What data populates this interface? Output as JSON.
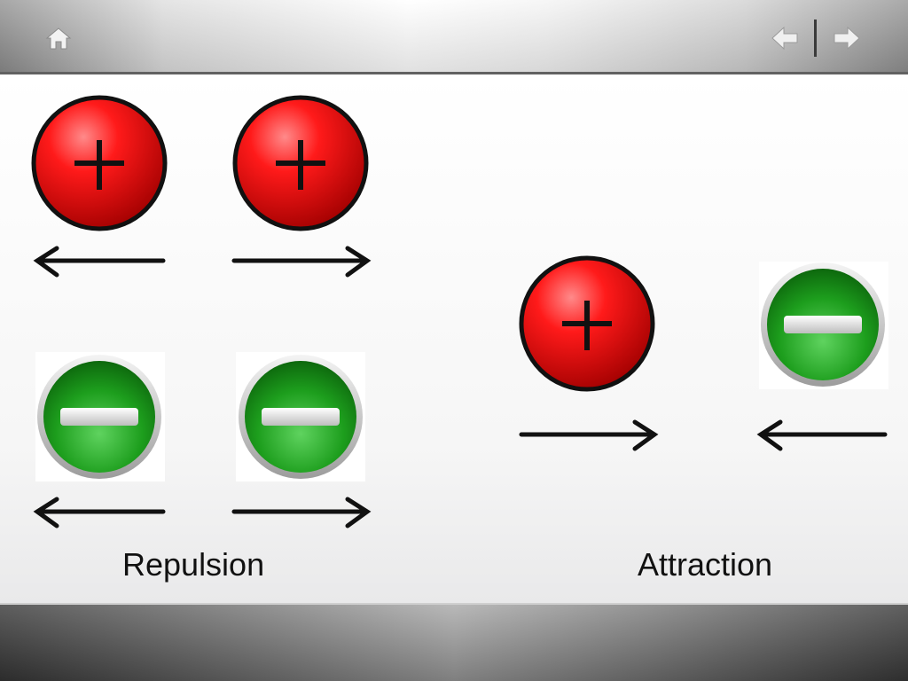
{
  "nav": {
    "home_icon": "home-icon",
    "back_icon": "arrow-left-icon",
    "forward_icon": "arrow-right-icon"
  },
  "captions": {
    "repulsion": "Repulsion",
    "attraction": "Attraction"
  },
  "colors": {
    "positive": "#e00000",
    "negative": "#1b9a1b",
    "arrow": "#111111"
  },
  "diagram": {
    "charges": [
      {
        "sign": "+",
        "group": "repulsion",
        "arrow": "left"
      },
      {
        "sign": "+",
        "group": "repulsion",
        "arrow": "right"
      },
      {
        "sign": "-",
        "group": "repulsion",
        "arrow": "left"
      },
      {
        "sign": "-",
        "group": "repulsion",
        "arrow": "right"
      },
      {
        "sign": "+",
        "group": "attraction",
        "arrow": "right"
      },
      {
        "sign": "-",
        "group": "attraction",
        "arrow": "left"
      }
    ]
  }
}
